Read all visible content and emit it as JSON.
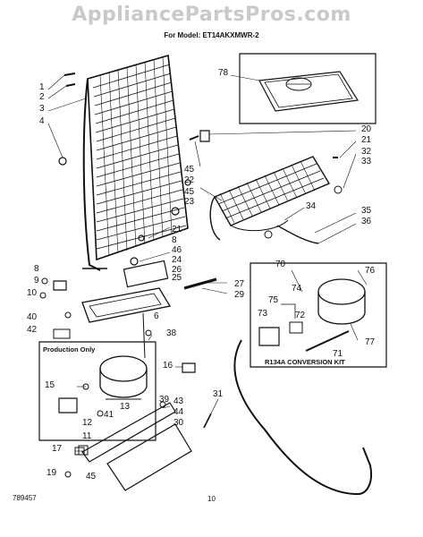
{
  "watermark": "AppliancePartsPros.com",
  "model_line": "For Model: ET14AKXMWR-2",
  "box_labels": {
    "production_only": "Production Only",
    "conversion_kit": "R134A CONVERSION KIT"
  },
  "footer": {
    "left_code": "789457",
    "page_number": "10"
  },
  "part_labels": {
    "p1": "1",
    "p2": "2",
    "p3": "3",
    "p4": "4",
    "p78": "78",
    "p20": "20",
    "p21a": "21",
    "p32": "32",
    "p33": "33",
    "p45a": "45",
    "p22": "22",
    "p45b": "45",
    "p23": "23",
    "p34": "34",
    "p35": "35",
    "p36": "36",
    "p21b": "21",
    "p8a": "8",
    "p46": "46",
    "p24": "24",
    "p26": "26",
    "p25": "25",
    "p27": "27",
    "p29": "29",
    "p70": "70",
    "p76": "76",
    "p74": "74",
    "p75": "75",
    "p73": "73",
    "p72": "72",
    "p77": "77",
    "p71": "71",
    "p8b": "8",
    "p9": "9",
    "p10": "10",
    "p40": "40",
    "p42": "42",
    "p6": "6",
    "p38": "38",
    "p15": "15",
    "p16": "16",
    "p39": "39",
    "p13": "13",
    "p41": "41",
    "p12": "12",
    "p11": "11",
    "p31": "31",
    "p43": "43",
    "p44": "44",
    "p30": "30",
    "p17": "17",
    "p19": "19",
    "p45c": "45"
  }
}
